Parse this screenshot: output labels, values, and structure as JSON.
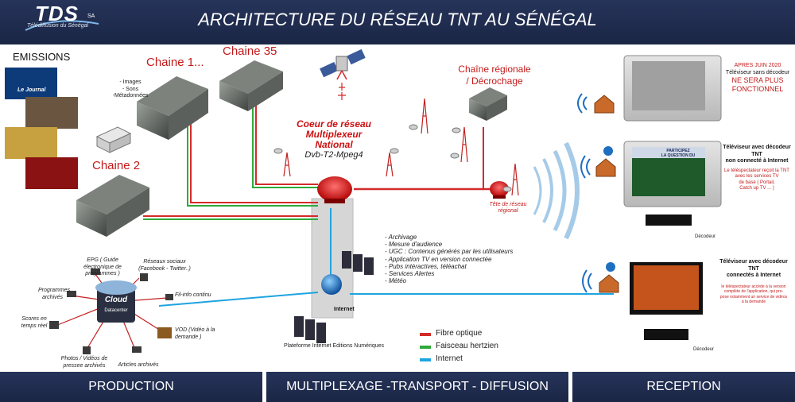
{
  "header": {
    "logo_text": "TDS",
    "logo_sa": "SA",
    "logo_subtitle": "Télédiffusion du Sénégal",
    "title": "ARCHITECTURE DU RÉSEAU TNT AU SÉNÉGAL"
  },
  "production": {
    "emissions_label": "EMISSIONS",
    "journal_label": "Le Journal",
    "chain1": "Chaine 1...",
    "chain35": "Chaine 35",
    "chain2": "Chaine 2",
    "content_items": [
      "- Images",
      "- Sons",
      "-Métadonnées"
    ]
  },
  "core": {
    "line1": "Coeur de réseau",
    "line2": "Multiplexeur",
    "line3": "National",
    "codec": "Dvb-T2-Mpeg4"
  },
  "regional": {
    "title1": "Chaîne régionale",
    "title2": "/ Décrochage",
    "head_label1": "Tête de réseau",
    "head_label2": "régional"
  },
  "services": [
    "- Archivage",
    "- Mesure d'audience",
    "- UGC : Contenus générés par les utilisateurs",
    "- Application TV en version connectée",
    "- Pubs intéractives, téléachat",
    "- Services Alertes",
    "- Météo"
  ],
  "internet_label": "Internet",
  "platform_label": "Plateforme Internet Editions Numériques",
  "cloud": {
    "title": "Cloud",
    "subtitle": "Datacenter",
    "nodes": {
      "epg": "EPG ( Guide électronique de programmes )",
      "social": "Réseaux sociaux (Facebook - Twitter..)",
      "archived_programs": "Programmes archivés",
      "info": "Fil-info continu",
      "scores": "Scores en temps réel",
      "vod": "VOD (Vidéo à la demande )",
      "photos": "Photos / Vidéos de pressee archivés",
      "articles": "Articles archivés"
    }
  },
  "legend": [
    {
      "label": "Fibre optique",
      "color": "#d42a2a"
    },
    {
      "label": "Faisceau hertzien",
      "color": "#2eaa3a"
    },
    {
      "label": "Internet",
      "color": "#1ea4e0"
    }
  ],
  "reception": {
    "tv1_notice": [
      "APRES JUIN 2020",
      "Téléviseur sans décodeur",
      "NE SERA PLUS",
      "FONCTIONNEL"
    ],
    "tv2_title": [
      "Téléviseur avec décodeur",
      "TNT",
      "non connecté à Internet"
    ],
    "tv2_desc": [
      "Le téléspectateur reçoit la TNT",
      "avec les services TV",
      "de base ( Portail,",
      "Catch up TV ... )"
    ],
    "tv2_screen": [
      "PARTICIPEZ",
      "LA QUESTION DU"
    ],
    "tv3_title": [
      "Téléviseur avec décodeur",
      "TNT",
      "connectés à Internet"
    ],
    "tv3_desc": [
      "le téléspectateur accède à la version",
      "complète de l'application, qui pro-",
      "pose notamment un service de vidéos",
      "à la demande"
    ],
    "decoder_label": "Décodeur"
  },
  "footer": {
    "production": "PRODUCTION",
    "middle": "MULTIPLEXAGE -TRANSPORT - DIFFUSION",
    "reception": "RECEPTION"
  }
}
